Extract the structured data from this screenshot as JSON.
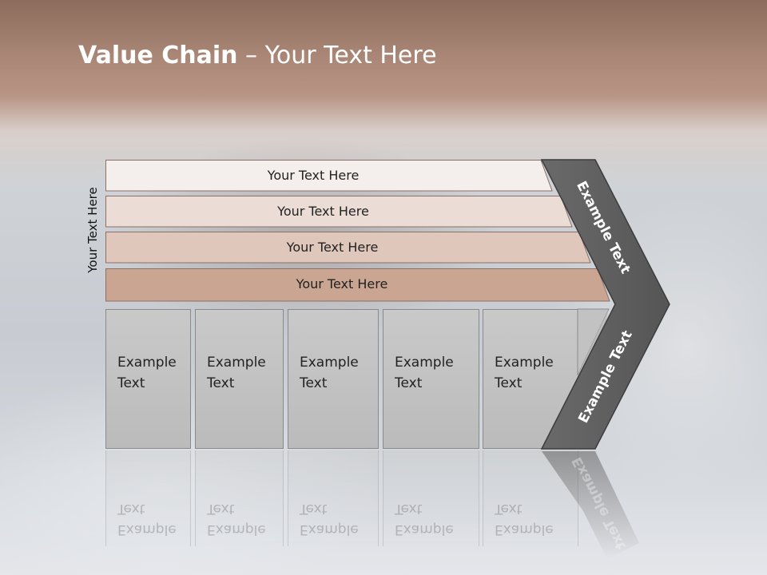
{
  "title": {
    "bold": "Value Chain",
    "rest": " – Your Text Here"
  },
  "side_label": "Your Text Here",
  "support_bands": [
    {
      "label": "Your Text Here",
      "color": "#f4efec"
    },
    {
      "label": "Your Text Here",
      "color": "#ebddd6"
    },
    {
      "label": "Your Text Here",
      "color": "#dfc7bb"
    },
    {
      "label": "Your Text Here",
      "color": "#c9a592"
    }
  ],
  "activities": [
    {
      "line1": "Example",
      "line2": "Text"
    },
    {
      "line1": "Example",
      "line2": "Text"
    },
    {
      "line1": "Example",
      "line2": "Text"
    },
    {
      "line1": "Example",
      "line2": "Text"
    },
    {
      "line1": "Example",
      "line2": "Text"
    }
  ],
  "margin_upper": "Example Text",
  "margin_lower": "Example Text",
  "colors": {
    "chevron": "#5f5f5f",
    "activity": "#c4c4c4"
  }
}
